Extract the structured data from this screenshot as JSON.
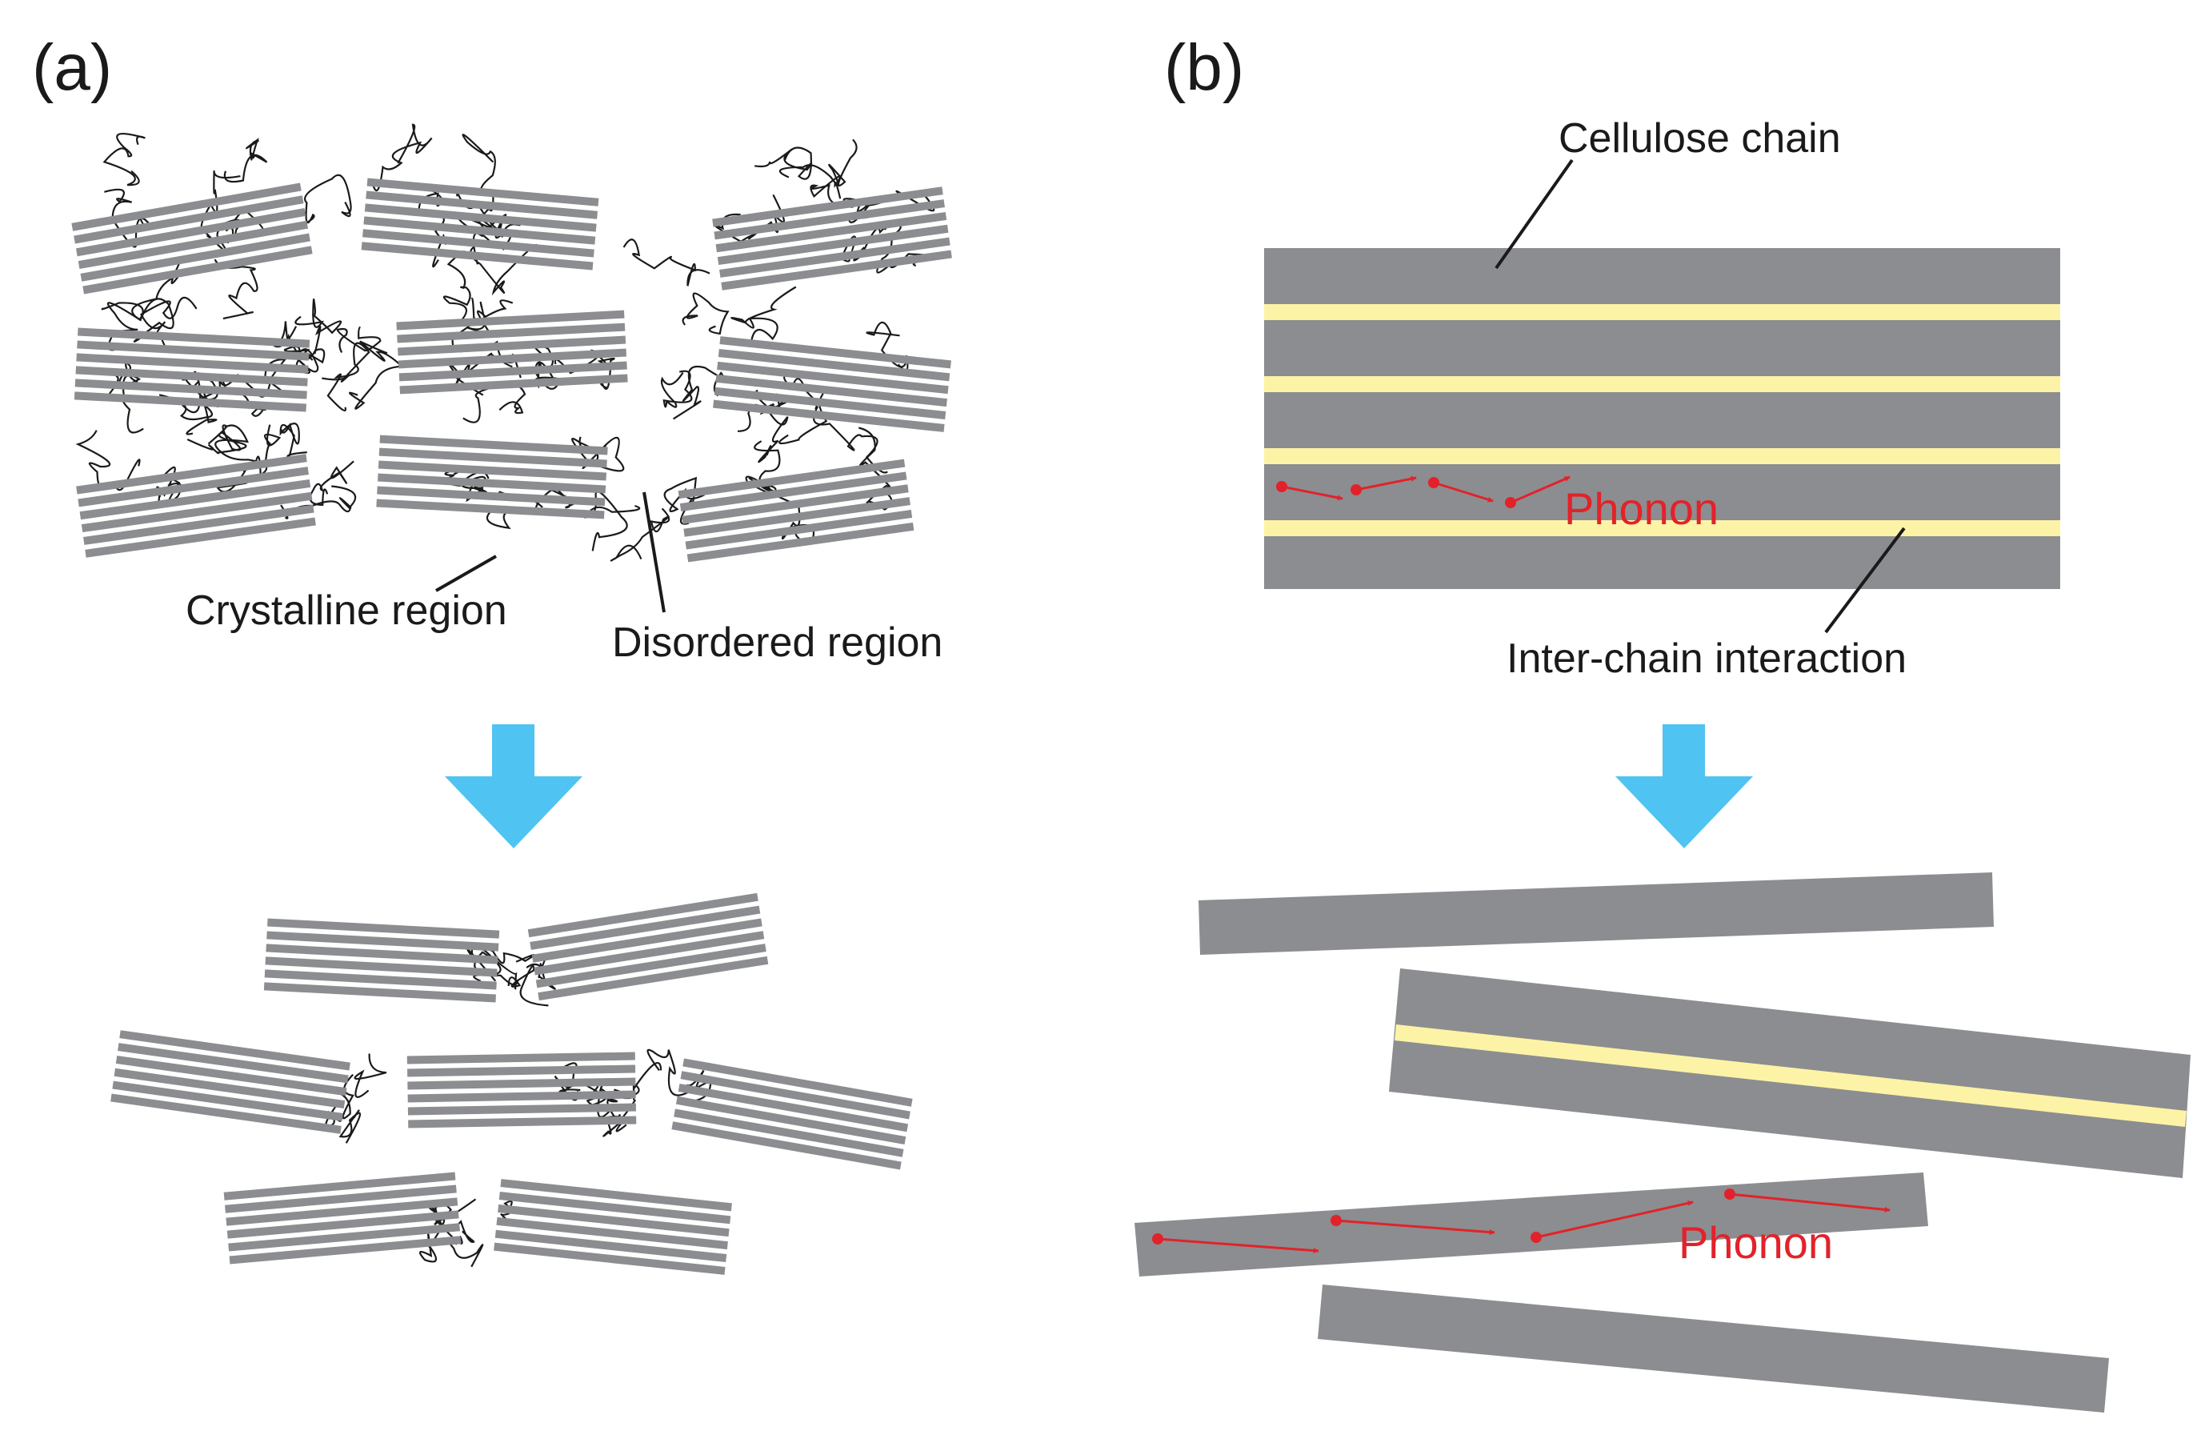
{
  "panel_a": {
    "label": "(a)",
    "crystalline_label": "Crystalline region",
    "disordered_label": "Disordered region"
  },
  "panel_b": {
    "label": "(b)",
    "cellulose_label": "Cellulose chain",
    "interaction_label": "Inter-chain interaction",
    "phonon_top": "Phonon",
    "phonon_bottom": "Phonon"
  },
  "colors": {
    "fiber": "#8c8d90",
    "interaction": "#fdf3a6",
    "arrow": "#4fc3f2",
    "phonon": "#e2222a",
    "ink": "#1a1a1a"
  }
}
